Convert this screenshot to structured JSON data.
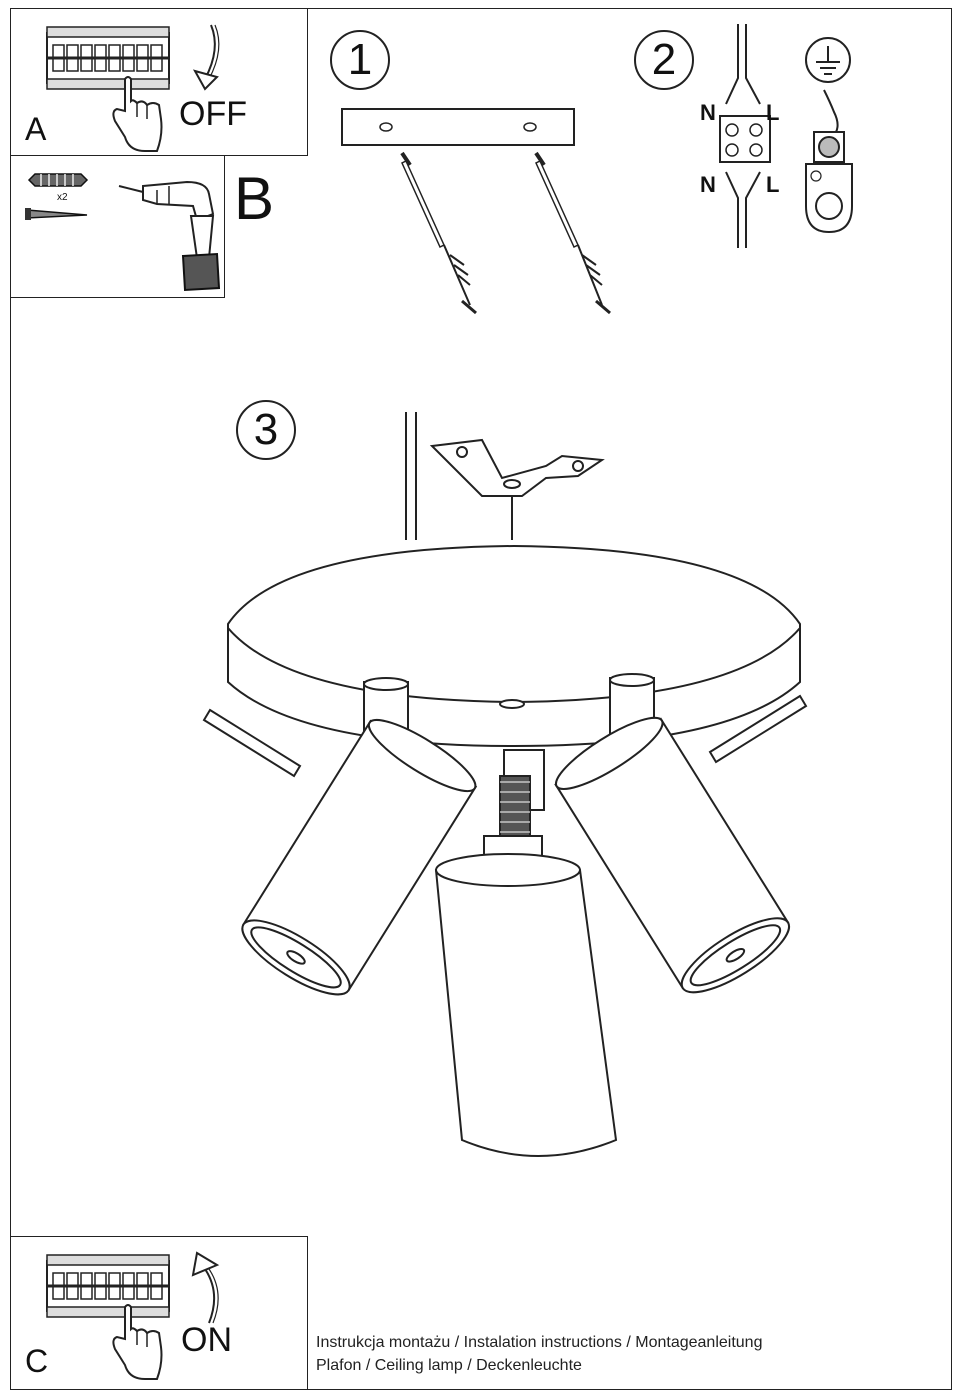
{
  "panel_a": {
    "letter": "A",
    "action": "OFF"
  },
  "panel_b": {
    "letter": "B",
    "quantity": "x2"
  },
  "panel_c": {
    "letter": "C",
    "action": "ON"
  },
  "steps": [
    "1",
    "2",
    "3"
  ],
  "wiring": {
    "top_left": "N",
    "top_right": "L",
    "bottom_left": "N",
    "bottom_right": "L"
  },
  "footer": {
    "line1": "Instrukcja montażu / Instalation instructions / Montageanleitung",
    "line2": "Plafon / Ceiling lamp / Deckenleuchte"
  }
}
